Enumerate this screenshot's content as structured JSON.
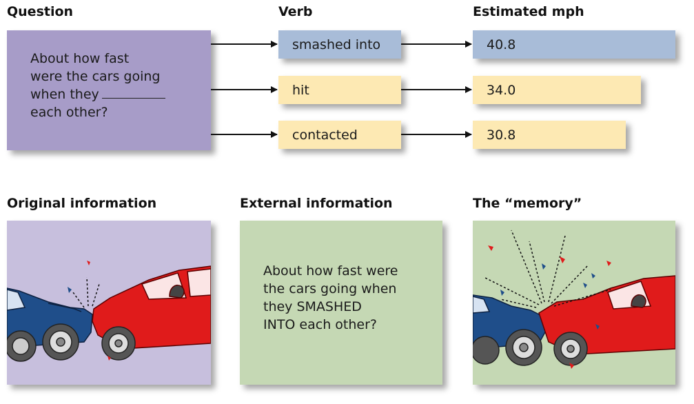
{
  "headers": {
    "question": "Question",
    "verb": "Verb",
    "estimated": "Estimated mph",
    "original": "Original information",
    "external": "External information",
    "memory": "The “memory”"
  },
  "question": {
    "line1": "About how fast",
    "line2": "were the cars going",
    "line3": "when they",
    "line4": "each other?"
  },
  "verbs": [
    "smashed into",
    "hit",
    "contacted"
  ],
  "estimates": [
    "40.8",
    "34.0",
    "30.8"
  ],
  "external_text": {
    "line1": "About how fast were",
    "line2": "the cars going when",
    "line3": "they SMASHED",
    "line4": "INTO each other?"
  },
  "colors": {
    "question_box": "#a79cc8",
    "smashed_row": "#a8bcd8",
    "other_rows": "#fde9b3",
    "external_box": "#c5d8b4",
    "original_box": "#c7bfdd",
    "car_red": "#e01b1b",
    "car_blue": "#1f4e8a"
  }
}
